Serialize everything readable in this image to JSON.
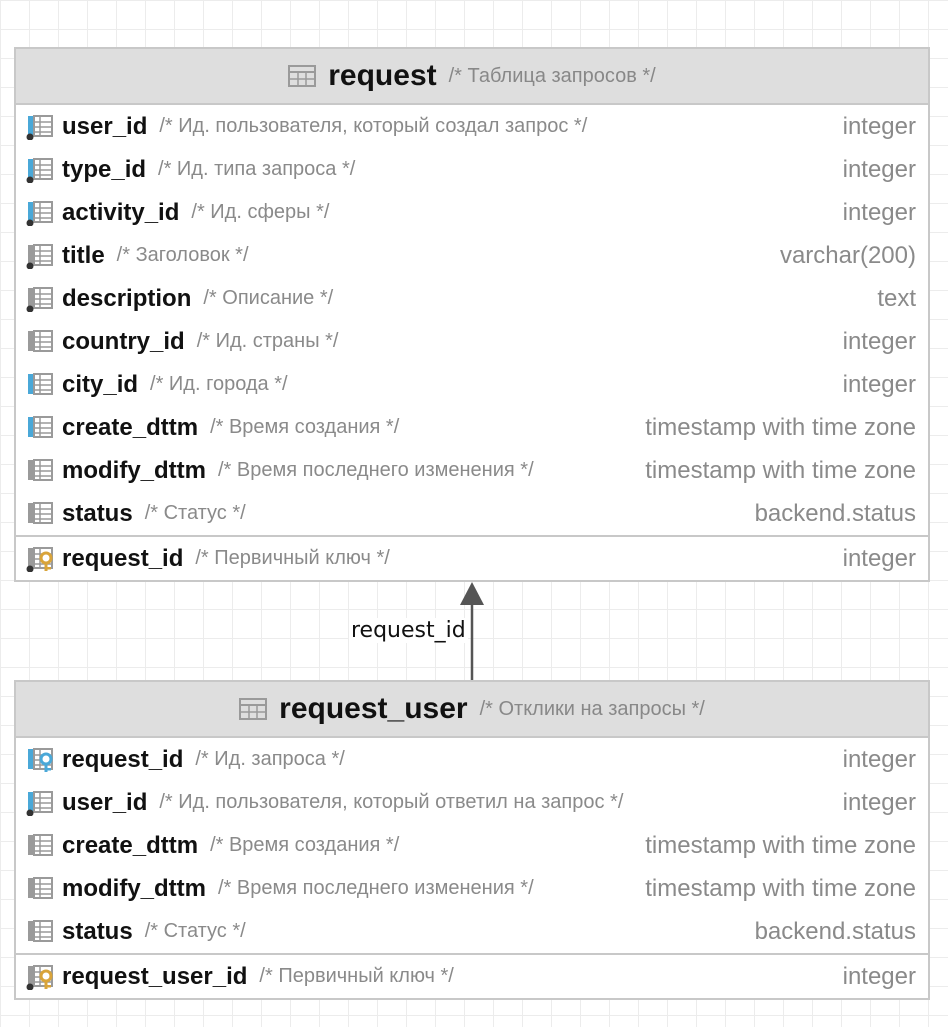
{
  "tables": [
    {
      "name": "request",
      "comment": "/* Таблица запросов */",
      "columns": [
        {
          "name": "user_id",
          "comment": "/* Ид. пользователя, который создал запрос */",
          "type": "integer",
          "icon": "fk-column-icon"
        },
        {
          "name": "type_id",
          "comment": "/* Ид. типа запроса */",
          "type": "integer",
          "icon": "fk-column-icon"
        },
        {
          "name": "activity_id",
          "comment": "/* Ид. сферы */",
          "type": "integer",
          "icon": "fk-column-icon"
        },
        {
          "name": "title",
          "comment": "/* Заголовок */",
          "type": "varchar(200)",
          "icon": "not-null-column-icon"
        },
        {
          "name": "description",
          "comment": "/* Описание */",
          "type": "text",
          "icon": "not-null-column-icon"
        },
        {
          "name": "country_id",
          "comment": "/* Ид. страны */",
          "type": "integer",
          "icon": "column-icon"
        },
        {
          "name": "city_id",
          "comment": "/* Ид. города */",
          "type": "integer",
          "icon": "indexed-column-icon"
        },
        {
          "name": "create_dttm",
          "comment": "/* Время создания */",
          "type": "timestamp with time zone",
          "icon": "indexed-column-icon"
        },
        {
          "name": "modify_dttm",
          "comment": "/* Время последнего изменения */",
          "type": "timestamp with time zone",
          "icon": "column-icon"
        },
        {
          "name": "status",
          "comment": "/* Статус */",
          "type": "backend.status",
          "icon": "column-icon"
        }
      ],
      "primary_key": {
        "name": "request_id",
        "comment": "/* Первичный ключ */",
        "type": "integer",
        "icon": "primary-key-icon"
      }
    },
    {
      "name": "request_user",
      "comment": "/* Отклики на запросы */",
      "columns": [
        {
          "name": "request_id",
          "comment": "/* Ид. запроса */",
          "type": "integer",
          "icon": "fk-key-icon"
        },
        {
          "name": "user_id",
          "comment": "/* Ид. пользователя, который ответил на запрос */",
          "type": "integer",
          "icon": "fk-column-icon"
        },
        {
          "name": "create_dttm",
          "comment": "/* Время создания */",
          "type": "timestamp with time zone",
          "icon": "column-icon"
        },
        {
          "name": "modify_dttm",
          "comment": "/* Время последнего изменения */",
          "type": "timestamp with time zone",
          "icon": "column-icon"
        },
        {
          "name": "status",
          "comment": "/* Статус */",
          "type": "backend.status",
          "icon": "column-icon"
        }
      ],
      "primary_key": {
        "name": "request_user_id",
        "comment": "/* Первичный ключ */",
        "type": "integer",
        "icon": "primary-key-icon"
      }
    }
  ],
  "relation": {
    "label": "request_id",
    "from": "request_user",
    "to": "request"
  },
  "colors": {
    "header_bg": "#dedede",
    "border": "#c8c8c8",
    "icon_blue": "#4aa8d8",
    "icon_gray": "#9a9a9a",
    "key_gold": "#d9a43a",
    "arrow": "#555555"
  }
}
